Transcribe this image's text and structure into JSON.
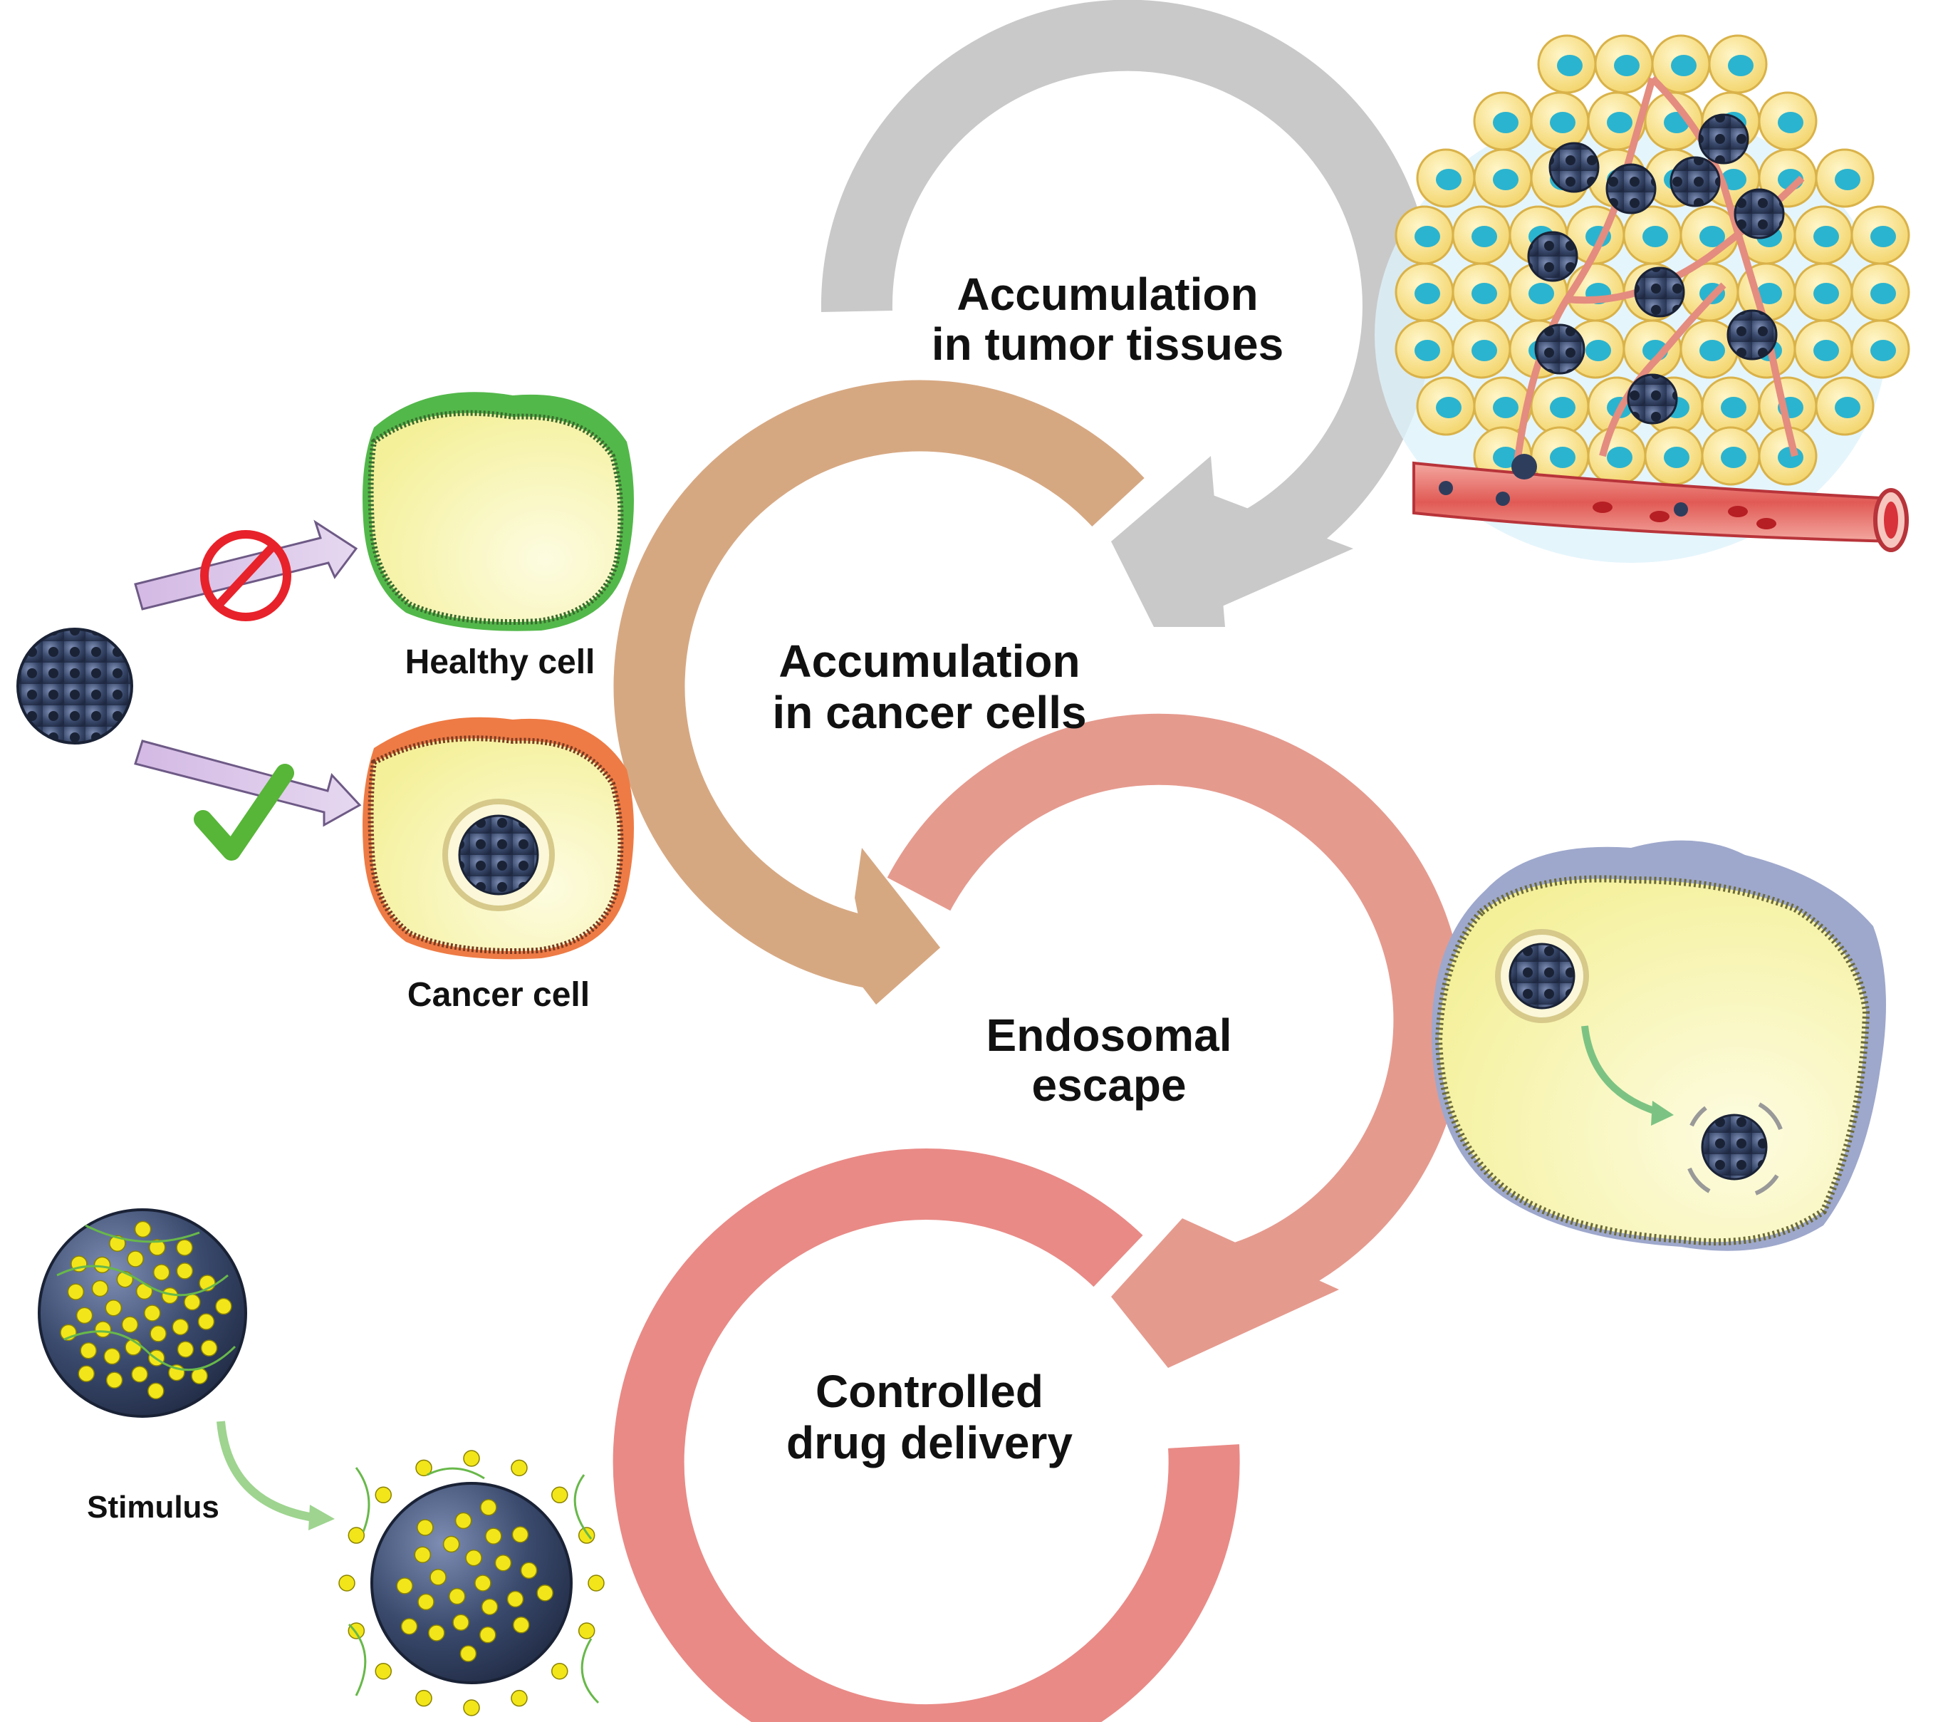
{
  "colors": {
    "arrow_tumor": "#c9c9c9",
    "arrow_cancer_cells": "#d6a882",
    "arrow_endosomal": "#e59a8e",
    "arrow_controlled": "#e98a86",
    "particle": "#2f3d5c",
    "cell_cytoplasm": "#f7f3a2",
    "healthy_membrane": "#53b84a",
    "cancer_membrane": "#ee7b45",
    "forbidden": "#e8222a",
    "check": "#57b538",
    "blood": "#d8323a",
    "nucleus": "#2bb4cf",
    "drug": "#f2e61a"
  },
  "steps": [
    {
      "line1": "Accumulation",
      "line2": "in tumor tissues"
    },
    {
      "line1": "Accumulation",
      "line2": "in cancer cells"
    },
    {
      "line1": "Endosomal",
      "line2": "escape"
    },
    {
      "line1": "Controlled",
      "line2": "drug delivery"
    }
  ],
  "labels": {
    "healthy_cell": "Healthy cell",
    "cancer_cell": "Cancer cell",
    "stimulus": "Stimulus"
  },
  "icons": {
    "forbidden": "prohibited-icon",
    "check": "checkmark-icon"
  }
}
